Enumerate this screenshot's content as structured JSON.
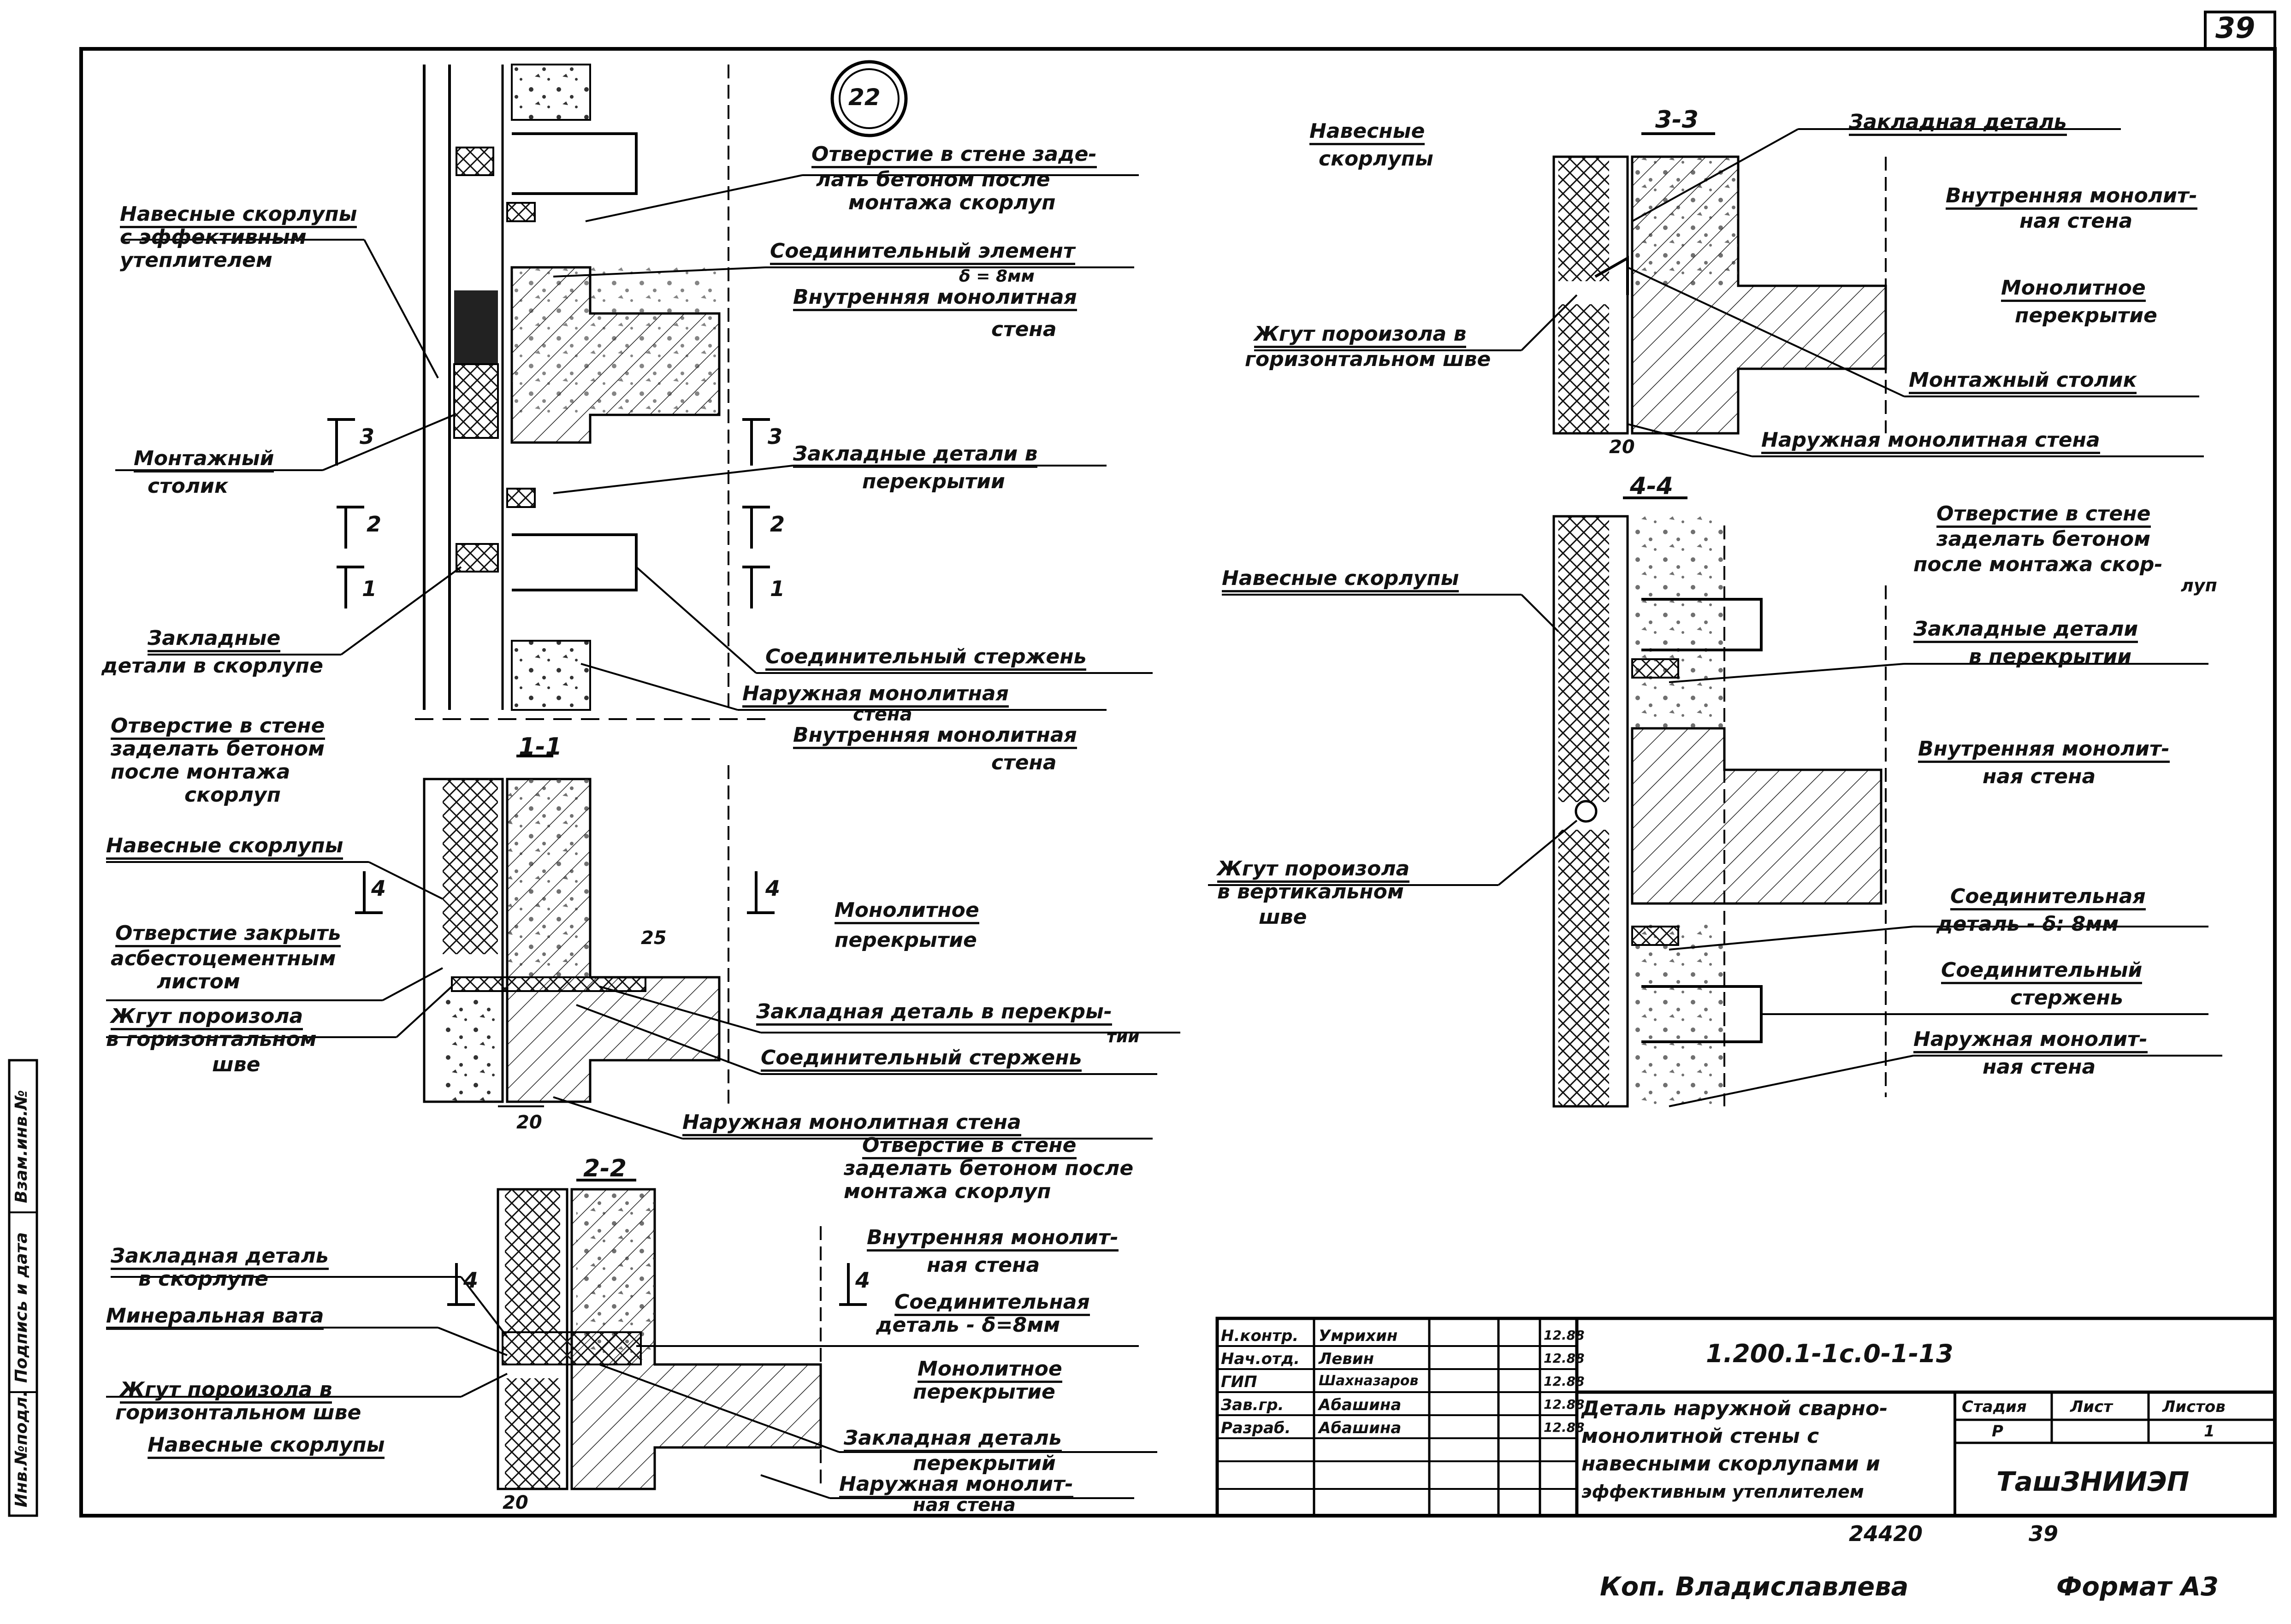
{
  "sheet_number": "39",
  "bubble": "22",
  "sections": {
    "s11": "1-1",
    "s22": "2-2",
    "s33": "3-3",
    "s44": "4-4"
  },
  "cuts": {
    "c1": "1",
    "c2": "2",
    "c3": "3",
    "c4": "4"
  },
  "labels": {
    "a1": "Навесные скорлупы",
    "a2": "с эффективным",
    "a3": "утеплителем",
    "a4": "Монтажный",
    "a5": "столик",
    "a6": "Закладные",
    "a7": "детали в скорлупе",
    "a8": "Отверстие в стене заде-",
    "a9": "лать бетоном после",
    "a10": "монтажа скорлуп",
    "a11": "Соединительный элемент",
    "a12": "δ = 8мм",
    "a13": "Внутренняя монолитная",
    "a14": "стена",
    "a15": "Закладные детали в",
    "a16": "перекрытии",
    "a17": "Соединительный стержень",
    "a18": "Наружная монолитная",
    "a19": "стена",
    "b1": "Отверстие в стене",
    "b2": "заделать бетоном",
    "b3": "после монтажа",
    "b4": "скорлуп",
    "b5": "Навесные скорлупы",
    "b6": "Отверстие закрыть",
    "b7": "асбестоцементным",
    "b8": "листом",
    "b9": "Жгут пороизола",
    "b10": "в горизонтальном",
    "b11": "шве",
    "b12": "Внутренняя монолитная",
    "b13": "стена",
    "b14": "Монолитное",
    "b15": "перекрытие",
    "b16": "Закладная деталь в перекры-",
    "b17": "тии",
    "b18": "Соединительный стержень",
    "b19": "Наружная монолитная стена",
    "dim25": "25",
    "dim20a": "20",
    "c1": "Закладная деталь",
    "c2": "в скорлупе",
    "c3": "Минеральная вата",
    "c4": "Жгут пороизола в",
    "c5": "горизонтальном шве",
    "c6": "Навесные скорлупы",
    "c7": "Отверстие в стене",
    "c8": "заделать бетоном после",
    "c9": "монтажа скорлуп",
    "c10": "Внутренняя монолит-",
    "c11": "ная стена",
    "c12": "Соединительная",
    "c13": "деталь - δ=8мм",
    "c14": "Монолитное",
    "c15": "перекрытие",
    "c16": "Закладная деталь",
    "c17": "перекрытий",
    "c18": "Наружная монолит-",
    "c19": "ная стена",
    "dim20b": "20",
    "d1": "Навесные",
    "d2": "скорлупы",
    "d3": "Закладная деталь",
    "d4": "Внутренняя монолит-",
    "d5": "ная стена",
    "d6": "Монолитное",
    "d7": "перекрытие",
    "d8": "Жгут пороизола в",
    "d9": "горизонтальном шве",
    "d10": "Монтажный столик",
    "d11": "Наружная монолитная стена",
    "dim20c": "20",
    "e1": "Навесные скорлупы",
    "e2": "Отверстие в стене",
    "e3": "заделать бетоном",
    "e4": "после монтажа скор-",
    "e5": "луп",
    "e6": "Закладные детали",
    "e7": "в перекрытии",
    "e8": "Внутренняя монолит-",
    "e9": "ная стена",
    "e10": "Жгут пороизола",
    "e11": "в вертикальном",
    "e12": "шве",
    "e13": "Соединительная",
    "e14": "деталь - δ: 8мм",
    "e15": "Соединительный",
    "e16": "стержень",
    "e17": "Наружная монолит-",
    "e18": "ная стена"
  },
  "title_block": {
    "roles": [
      "Н.контр.",
      "Нач.отд.",
      "ГИП",
      "Зав.гр.",
      "Разраб."
    ],
    "names": [
      "Умрихин",
      "Левин",
      "Шахназаров",
      "Абашина",
      "Абашина"
    ],
    "dates": [
      "12.88",
      "12.88",
      "12.88",
      "12.88",
      "12.88"
    ],
    "code": "1.200.1-1с.0-1-13",
    "title_lines": [
      "Деталь наружной сварно-",
      "монолитной стены с",
      "навесными скорлупами и",
      "эффективным утеплителем"
    ],
    "stage_label": "Стадия",
    "sheet_label": "Лист",
    "sheets_label": "Листов",
    "stage": "Р",
    "sheet": "",
    "sheets": "1",
    "org": "ТашЗНИИЭП"
  },
  "side_stamp": [
    "Инв.№подл.",
    "Подпись и дата",
    "Взам.инв.№"
  ],
  "footer": {
    "num1": "24420",
    "num2": "39",
    "copied": "Коп. Владиславлева",
    "format": "Формат А3"
  }
}
